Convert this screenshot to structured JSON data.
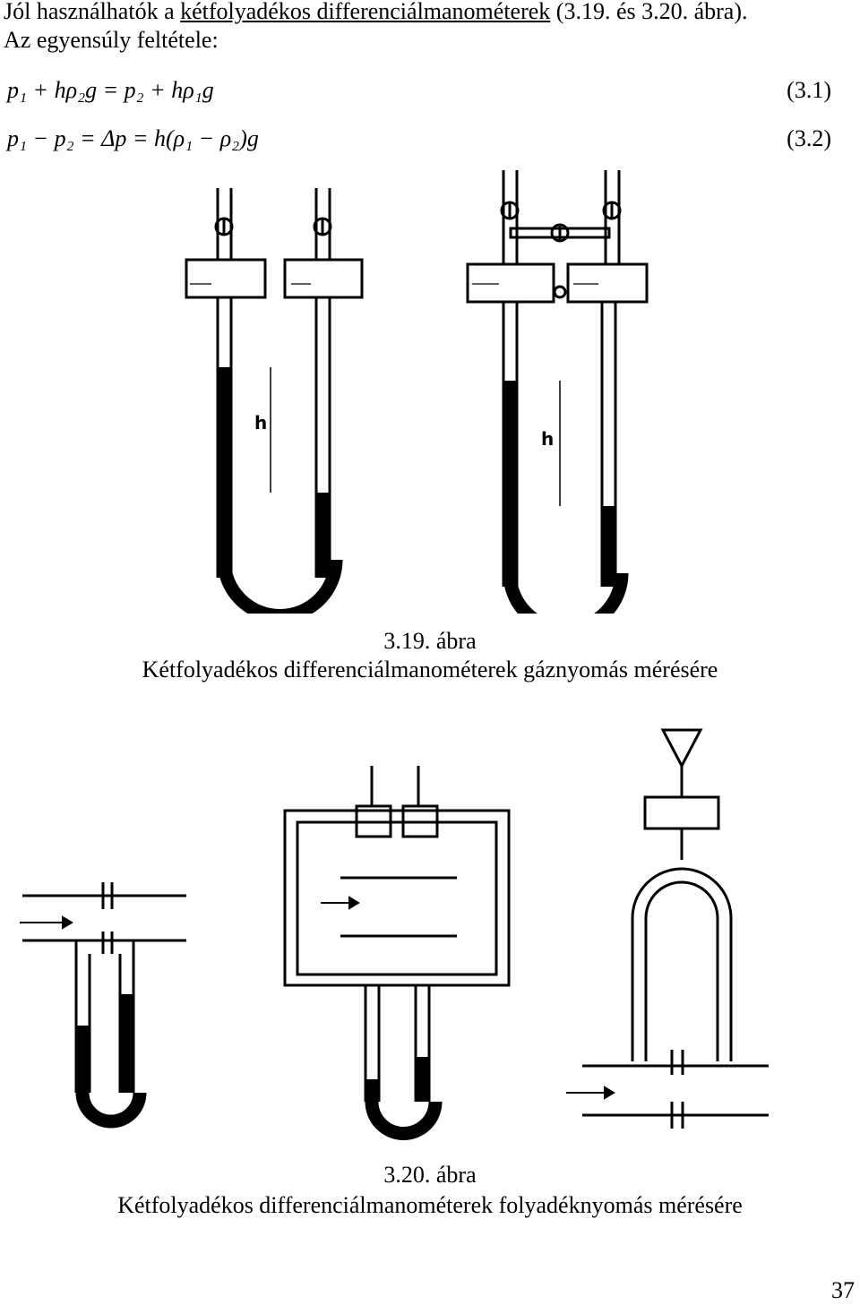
{
  "text": {
    "line1_pre": "Jól használhatók a ",
    "line1_link": "kétfolyadékos differenciálmanométerek",
    "line1_post": " (3.19. és 3.20. ábra).",
    "line2": "Az egyensúly feltétele:"
  },
  "equations": [
    {
      "text": "p₁ + hρ₂g = p₂ + hρ₁g",
      "number": "(3.1)"
    },
    {
      "text": "p₁ − p₂ = Δp = h(ρ₁ − ρ₂)g",
      "number": "(3.2)"
    }
  ],
  "figure1": {
    "label_h": "h",
    "caption_number": "3.19. ábra",
    "caption_text": "Kétfolyadékos differenciálmanométerek gáznyomás mérésére"
  },
  "figure2": {
    "caption_number": "3.20. ábra",
    "caption_text": "Kétfolyadékos differenciálmanométerek folyadéknyomás mérésére"
  },
  "page_number": "37"
}
